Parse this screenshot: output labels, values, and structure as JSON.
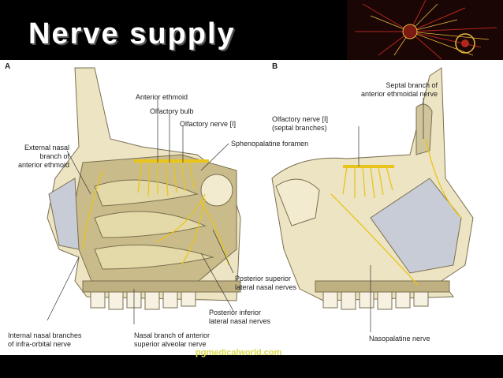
{
  "slide": {
    "title": "Nerve supply"
  },
  "panel_a": {
    "letter": "A",
    "labels": {
      "anterior_ethmoid": "Anterior ethmoid",
      "olfactory_bulb": "Olfactory bulb",
      "olfactory_nerve": "Olfactory nerve [I]",
      "sphenopalatine_foramen": "Sphenopalatine foramen",
      "external_nasal_1": "External nasal",
      "external_nasal_2": "branch of",
      "external_nasal_3": "anterior ethmoid",
      "posterior_superior_1": "Posterior superior",
      "posterior_superior_2": "lateral nasal nerves",
      "posterior_inferior_1": "Posterior inferior",
      "posterior_inferior_2": "lateral nasal nerves",
      "internal_nasal_1": "Internal nasal branches",
      "internal_nasal_2": "of infra-orbital nerve",
      "nasal_branch_1": "Nasal branch of anterior",
      "nasal_branch_2": "superior alveolar nerve"
    }
  },
  "panel_b": {
    "letter": "B",
    "labels": {
      "septal_branch_1": "Septal branch of",
      "septal_branch_2": "anterior ethmoidal nerve",
      "olfactory_septal_1": "Olfactory nerve [I]",
      "olfactory_septal_2": "(septal branches)",
      "nasopalatine": "Nasopalatine nerve"
    }
  },
  "watermark": "pgmedicalworld.com",
  "colors": {
    "bone": "#d8cfa0",
    "nerve": "#e9c51c",
    "mucosa": "#c7ccd6",
    "background": "#000000"
  }
}
